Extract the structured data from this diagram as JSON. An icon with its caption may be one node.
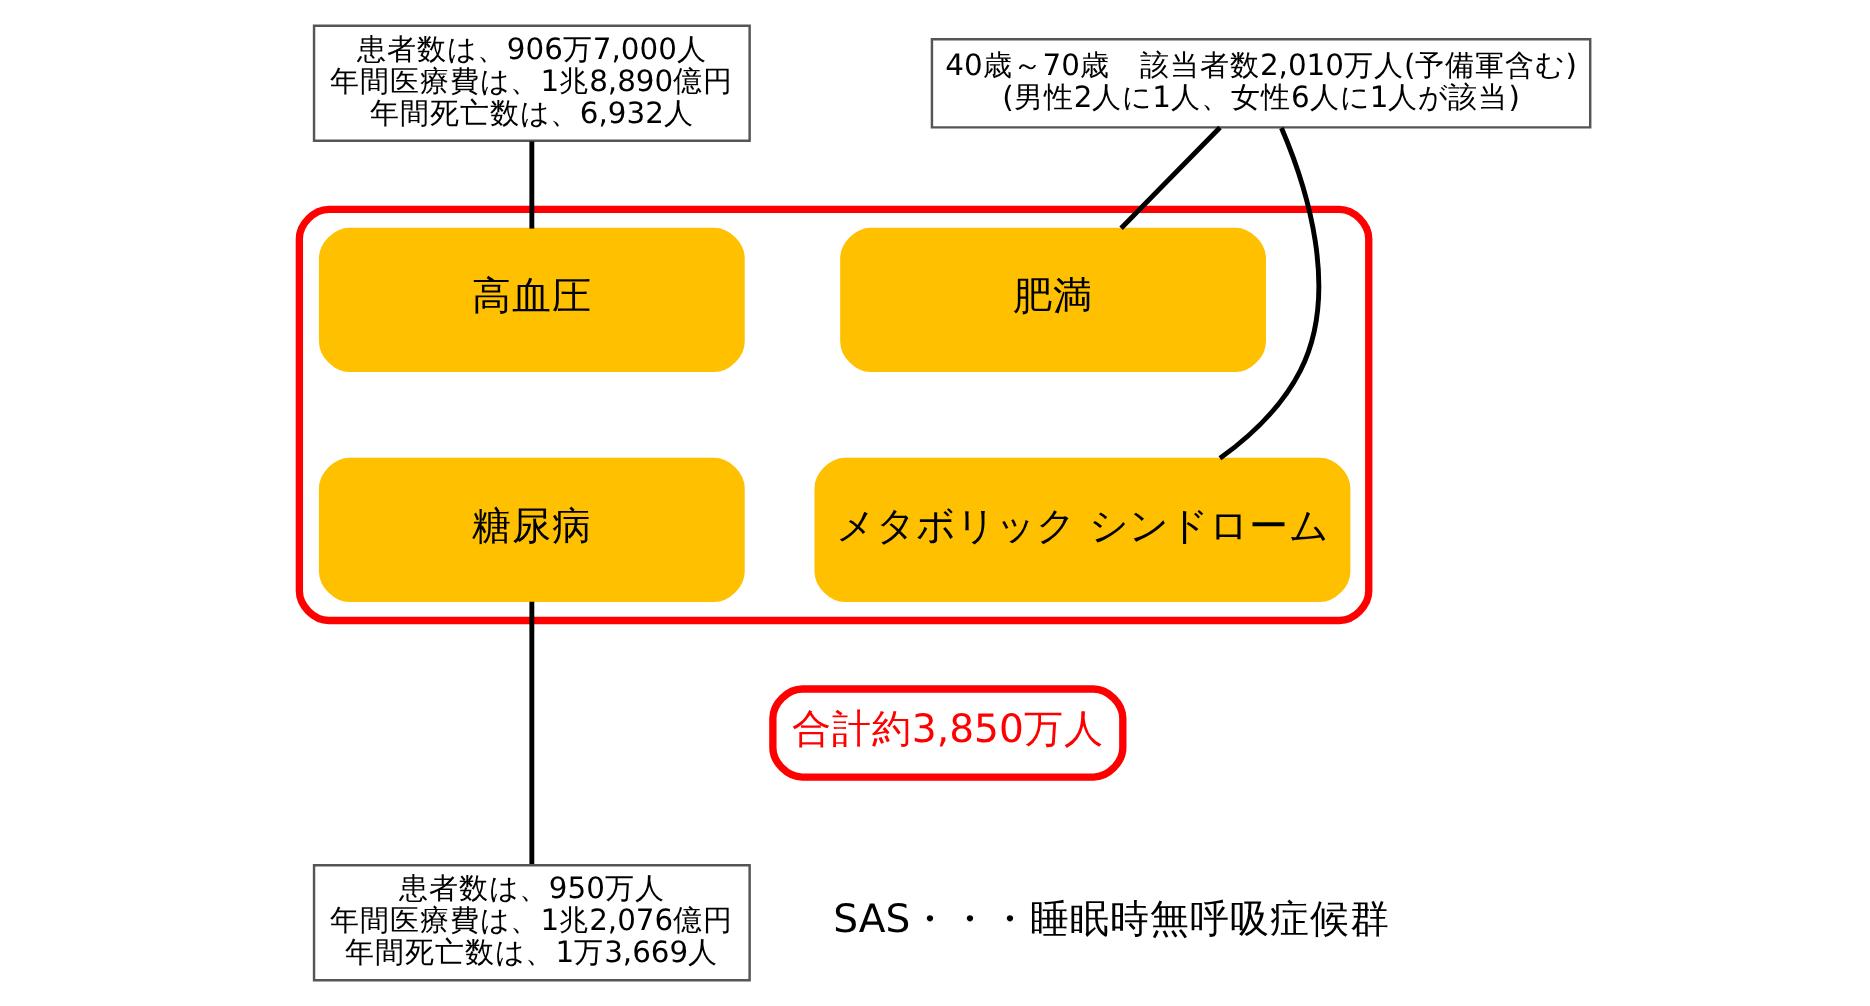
{
  "diagram": {
    "nodes": [
      {
        "text": [
          "患者数は、906万7,000人",
          "年間医療費は、1兆8,890億円",
          "年間死亡数は、6,932人"
        ]
      },
      {
        "text": [
          "40歳～70歳　該当者数2,010万人(予備軍含む)",
          "(男性2人に1人、女性6人に1人が該当)"
        ]
      },
      {
        "text": [],
        "shape": "box"
      },
      {
        "text": [
          "高血圧"
        ],
        "in": 2
      },
      {
        "text": [
          "肥満"
        ],
        "in": 2
      },
      {
        "text": [
          "糖尿病"
        ],
        "in": 2
      },
      {
        "text": [
          "メタボリック シンドローム"
        ],
        "in": 2
      },
      {
        "text": [
          "合計約3,850万人"
        ]
      },
      {
        "text": [
          "患者数は、950万人",
          "年間医療費は、1兆2,076億円",
          "年間死亡数は、1万3,669人"
        ]
      }
    ],
    "edges": [
      {
        "from": 0,
        "to": 3,
        "arrow": "none"
      },
      {
        "from": 1,
        "to": 4,
        "arrow": "none"
      },
      {
        "from": 1,
        "to": 6,
        "arrow": "none"
      },
      {
        "from": 8,
        "to": 5,
        "arrow": "none"
      }
    ],
    "labels": [
      "SAS・・・睡眠時無呼吸症候群"
    ]
  }
}
